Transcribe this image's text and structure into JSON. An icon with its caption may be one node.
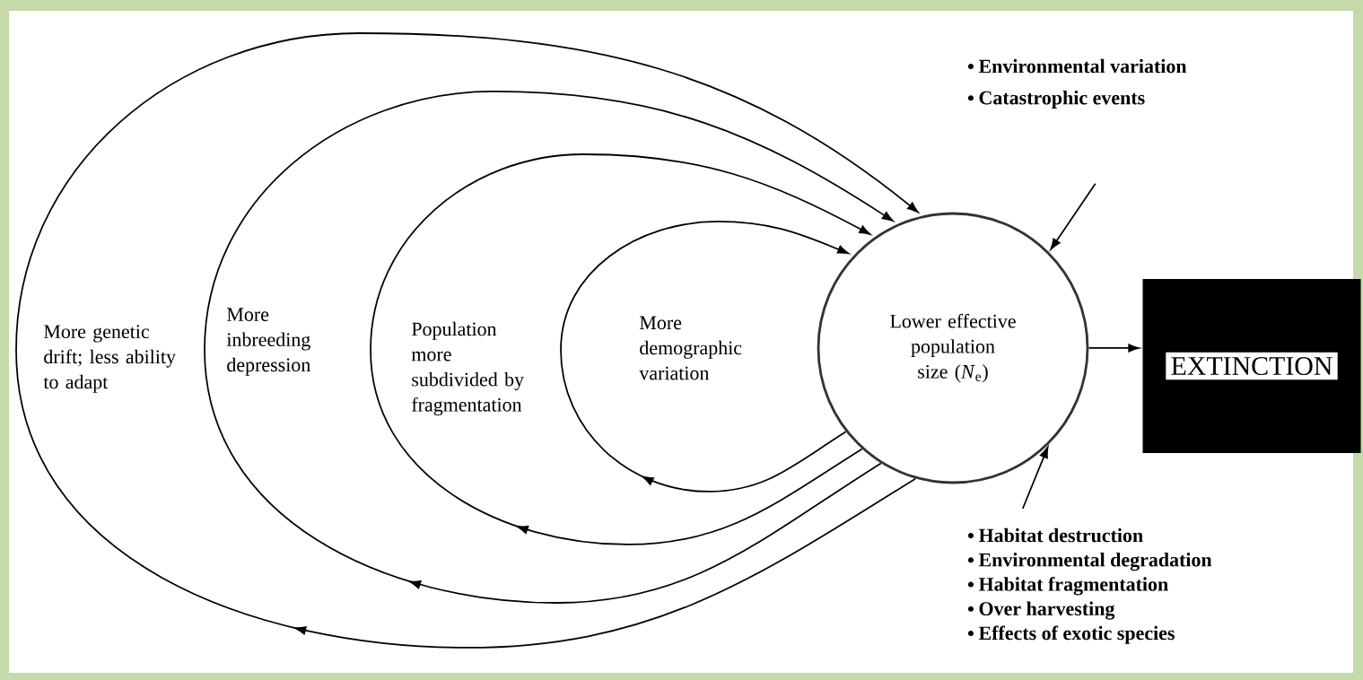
{
  "diagram": {
    "nodes": [
      {
        "text": [
          "Lower effective population size (*N*$_{e}$)"
        ]
      },
      {
        "text": [
          "EXTINCTION"
        ]
      },
      {
        "text": [
          "Environmental variation",
          "Catastrophic events"
        ]
      },
      {
        "text": [
          "Habitat destruction",
          "Environmental degradation",
          "Habitat fragmentation",
          "Over harvesting",
          "Effects of exotic species"
        ]
      }
    ],
    "edges": [
      {
        "from": 0,
        "to": 1,
        "arrow": "to"
      },
      {
        "from": 0,
        "to": 0,
        "arrow": "to"
      },
      {
        "from": 0,
        "to": 0,
        "arrow": "to"
      },
      {
        "from": 0,
        "to": 0,
        "arrow": "to"
      },
      {
        "from": 0,
        "to": 0,
        "arrow": "to"
      },
      {
        "from": 2,
        "to": 0,
        "arrow": "to"
      },
      {
        "from": 3,
        "to": 0,
        "arrow": "to"
      }
    ],
    "labels": [
      "More genetic drift; less ability to adapt",
      "More inbreeding depression",
      "Population more subdivided by fragmentation",
      "More demographic variation"
    ]
  }
}
